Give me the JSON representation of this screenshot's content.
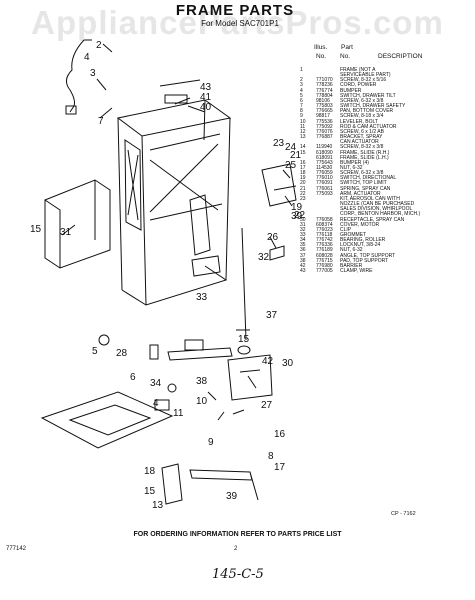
{
  "watermark": "AppliancePartsPros.com",
  "title": "FRAME PARTS",
  "model_line": "For Model SAC701P1",
  "table_header": {
    "illus": "Illus.",
    "no1": "No.",
    "part": "Part",
    "no2": "No.",
    "description": "DESCRIPTION"
  },
  "parts": [
    {
      "illus": "1",
      "part": "",
      "desc": "FRAME (NOT A"
    },
    {
      "illus": "",
      "part": "",
      "desc": "SERVICEABLE PART)"
    },
    {
      "illus": "2",
      "part": "771070",
      "desc": "SCREW, 8-32 x 5/16"
    },
    {
      "illus": "3",
      "part": "778236",
      "desc": "CORD, POWER"
    },
    {
      "illus": "4",
      "part": "776774",
      "desc": "BUMPER"
    },
    {
      "illus": "5",
      "part": "778804",
      "desc": "SWITCH, DRAWER TILT"
    },
    {
      "illus": "6",
      "part": "98106",
      "desc": "SCREW, 6-32 x 3/8"
    },
    {
      "illus": "7",
      "part": "775803",
      "desc": "SWITCH, DRAWER SAFETY"
    },
    {
      "illus": "8",
      "part": "776665",
      "desc": "PAN, BOTTOM COVER"
    },
    {
      "illus": "9",
      "part": "98817",
      "desc": "SCREW, 8-18 x 3/4"
    },
    {
      "illus": "10",
      "part": "775536",
      "desc": "LEVELER, BOLT"
    },
    {
      "illus": "11",
      "part": "775092",
      "desc": "ROD & CAM ACTUATOR"
    },
    {
      "illus": "12",
      "part": "776076",
      "desc": "SCREW, 6 x 1/2 AB"
    },
    {
      "illus": "13",
      "part": "776887",
      "desc": "BRACKET, SPRAY"
    },
    {
      "illus": "",
      "part": "",
      "desc": "CAN ACTUATOR"
    },
    {
      "illus": "14",
      "part": "119940",
      "desc": "SCREW, 8-32 x 3/8"
    },
    {
      "illus": "15",
      "part": "618090",
      "desc": "FRAME, SLIDE (R.H.)"
    },
    {
      "illus": "",
      "part": "618091",
      "desc": "FRAME, SLIDE (L.H.)"
    },
    {
      "illus": "16",
      "part": "775643",
      "desc": "BUMPER (4)"
    },
    {
      "illus": "17",
      "part": "114530",
      "desc": "NUT, 6-32"
    },
    {
      "illus": "18",
      "part": "776059",
      "desc": "SCREW, 6-32 x 3/8"
    },
    {
      "illus": "19",
      "part": "776010",
      "desc": "SWITCH, DIRECTIONAL"
    },
    {
      "illus": "20",
      "part": "776091",
      "desc": "SWITCH, TOP LIMIT"
    },
    {
      "illus": "21",
      "part": "776061",
      "desc": "SPRING, SPRAY CAN"
    },
    {
      "illus": "22",
      "part": "775093",
      "desc": "ARM, ACTUATOR"
    },
    {
      "illus": "23",
      "part": "",
      "desc": "KIT, AEROSOL CAN WITH"
    },
    {
      "illus": "",
      "part": "",
      "desc": "NOZZLE (CAN BE PURCHASED"
    },
    {
      "illus": "",
      "part": "",
      "desc": "SALES DIVISION, WHIRLPOOL"
    },
    {
      "illus": "",
      "part": "",
      "desc": "CORP., BENTON HARBOR, MICH.)"
    },
    {
      "illus": "30",
      "part": "776058",
      "desc": "RECEPTACLE, SPRAY CAN"
    },
    {
      "illus": "31",
      "part": "608374",
      "desc": "COVER, MOTOR"
    },
    {
      "illus": "32",
      "part": "776023",
      "desc": "CLIP"
    },
    {
      "illus": "33",
      "part": "776118",
      "desc": "GROMMET"
    },
    {
      "illus": "34",
      "part": "776742",
      "desc": "BEARING, ROLLER"
    },
    {
      "illus": "35",
      "part": "776336",
      "desc": "LOCKNUT, 3/8-24"
    },
    {
      "illus": "36",
      "part": "776189",
      "desc": "NUT, 6-32"
    },
    {
      "illus": "37",
      "part": "608028",
      "desc": "ANGLE, TOP SUPPORT"
    },
    {
      "illus": "38",
      "part": "776715",
      "desc": "PAD, TOP SUPPORT"
    },
    {
      "illus": "42",
      "part": "776980",
      "desc": "BARRIER"
    },
    {
      "illus": "43",
      "part": "777005",
      "desc": "CLAMP, WIRE"
    }
  ],
  "callouts": [
    "2",
    "4",
    "3",
    "7",
    "43",
    "41",
    "40",
    "23",
    "24",
    "21",
    "25",
    "19",
    "39",
    "22",
    "15",
    "31",
    "26",
    "32",
    "33",
    "37",
    "15",
    "28",
    "5",
    "6",
    "34",
    "38",
    "42",
    "30",
    "27",
    "11",
    "10",
    "4",
    "9",
    "16",
    "8",
    "17",
    "18",
    "15",
    "13",
    "39"
  ],
  "footer": "FOR ORDERING INFORMATION REFER TO PARTS PRICE LIST",
  "doc_number": "777142",
  "page_number": "2",
  "cp_code": "CP - 7162",
  "handwritten": "145-C-5"
}
